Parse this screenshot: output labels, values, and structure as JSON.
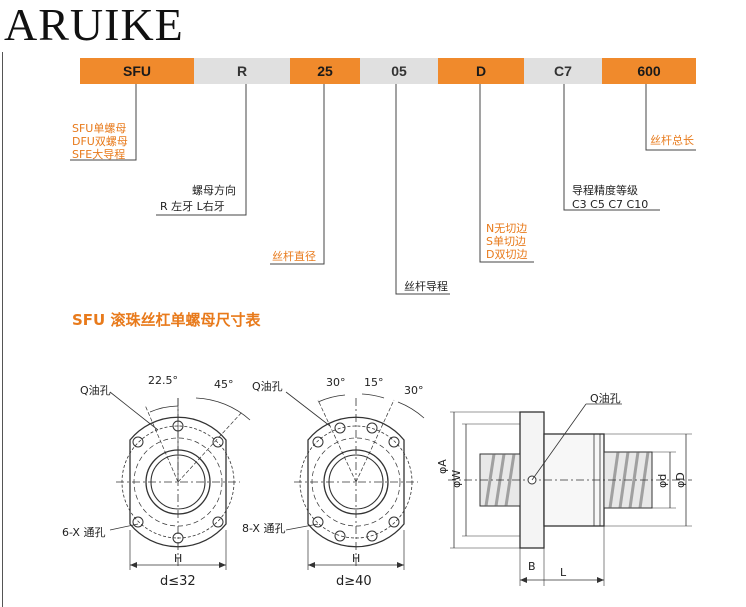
{
  "brand": "ARUIKE",
  "code_bar": [
    {
      "text": "SFU",
      "color": "orange"
    },
    {
      "text": "R",
      "color": "gray"
    },
    {
      "text": "25",
      "color": "orange"
    },
    {
      "text": "05",
      "color": "gray"
    },
    {
      "text": "D",
      "color": "orange"
    },
    {
      "text": "C7",
      "color": "gray"
    },
    {
      "text": "600",
      "color": "orange"
    }
  ],
  "nut_type": {
    "line1": "SFU单螺母",
    "line2": "DFU双螺母",
    "line3": "SFE大导程"
  },
  "direction": {
    "title": "螺母方向",
    "options": "R 左牙    L右牙"
  },
  "screw_diameter": "丝杆直径",
  "screw_lead": "丝杆导程",
  "cut_edge": {
    "line1": "N无切边",
    "line2": "S单切边",
    "line3": "D双切边"
  },
  "precision": {
    "title": "导程精度等级",
    "options": "C3  C5  C7  C10"
  },
  "total_length": "丝杆总长",
  "section_title": "SFU 滚珠丝杠单螺母尺寸表",
  "drawing1": {
    "angle1": "22.5°",
    "angle2": "45°",
    "oil_hole": "Q油孔",
    "through_hole": "6-X 通孔",
    "width": "H",
    "caption": "d≤32"
  },
  "drawing2": {
    "angle1": "30°",
    "angle2": "15°",
    "angle3": "30°",
    "oil_hole": "Q油孔",
    "through_hole": "8-X 通孔",
    "width": "H",
    "caption": "d≥40"
  },
  "drawing3": {
    "oil_hole": "Q油孔",
    "dim_a": "φA",
    "dim_w": "φW",
    "dim_d_small": "φd",
    "dim_d_big": "φD",
    "dim_b": "B",
    "dim_l": "L"
  },
  "colors": {
    "accent": "#f08a2c",
    "gray_segment": "#e0e0e0",
    "label_orange": "#e87a1b"
  }
}
